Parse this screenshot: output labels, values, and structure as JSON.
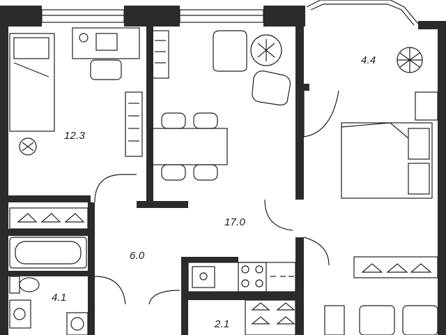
{
  "floorplan": {
    "rooms": [
      {
        "id": "bedroom-small",
        "area": "12.3"
      },
      {
        "id": "balcony",
        "area": "4.4"
      },
      {
        "id": "kitchen-living",
        "area": "17.0"
      },
      {
        "id": "hallway",
        "area": "6.0"
      },
      {
        "id": "bathroom",
        "area": "4.1"
      },
      {
        "id": "wardrobe",
        "area": "2.1"
      }
    ],
    "colors": {
      "wall": "#2b2b2b",
      "line": "#1f1f1f",
      "background": "#ffffff"
    }
  }
}
